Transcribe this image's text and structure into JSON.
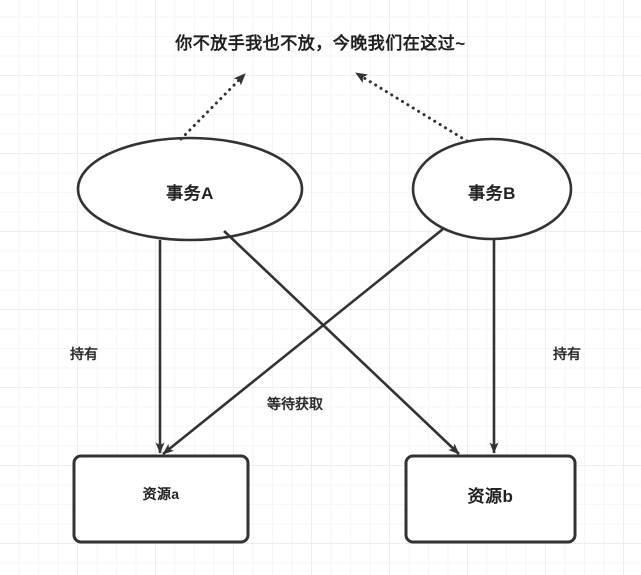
{
  "diagram": {
    "title": "你不放手我也不放，今晚我们在这过~",
    "stroke_color": "#333333",
    "text_color": "#222222",
    "grid_color": "#ededed",
    "background_color": "#ffffff",
    "nodes": [
      {
        "id": "txA",
        "shape": "ellipse",
        "label": "事务A"
      },
      {
        "id": "txB",
        "shape": "ellipse",
        "label": "事务B"
      },
      {
        "id": "resA",
        "shape": "rectangle",
        "label": "资源a"
      },
      {
        "id": "resB",
        "shape": "rectangle",
        "label": "资源b"
      }
    ],
    "edges": [
      {
        "from": "txA",
        "to": "resA",
        "label": "持有",
        "style": "solid",
        "arrow": "end"
      },
      {
        "from": "txB",
        "to": "resB",
        "label": "持有",
        "style": "solid",
        "arrow": "end"
      },
      {
        "from": "txA",
        "to": "resB",
        "label": "等待获取",
        "style": "solid",
        "arrow": "end"
      },
      {
        "from": "txB",
        "to": "resA",
        "label": "",
        "style": "solid",
        "arrow": "end"
      },
      {
        "from": "txA",
        "to": "title",
        "label": "",
        "style": "dotted",
        "arrow": "end"
      },
      {
        "from": "txB",
        "to": "title",
        "label": "",
        "style": "dotted",
        "arrow": "end"
      }
    ],
    "labels": {
      "hold_left": "持有",
      "hold_right": "持有",
      "waiting": "等待获取"
    }
  }
}
